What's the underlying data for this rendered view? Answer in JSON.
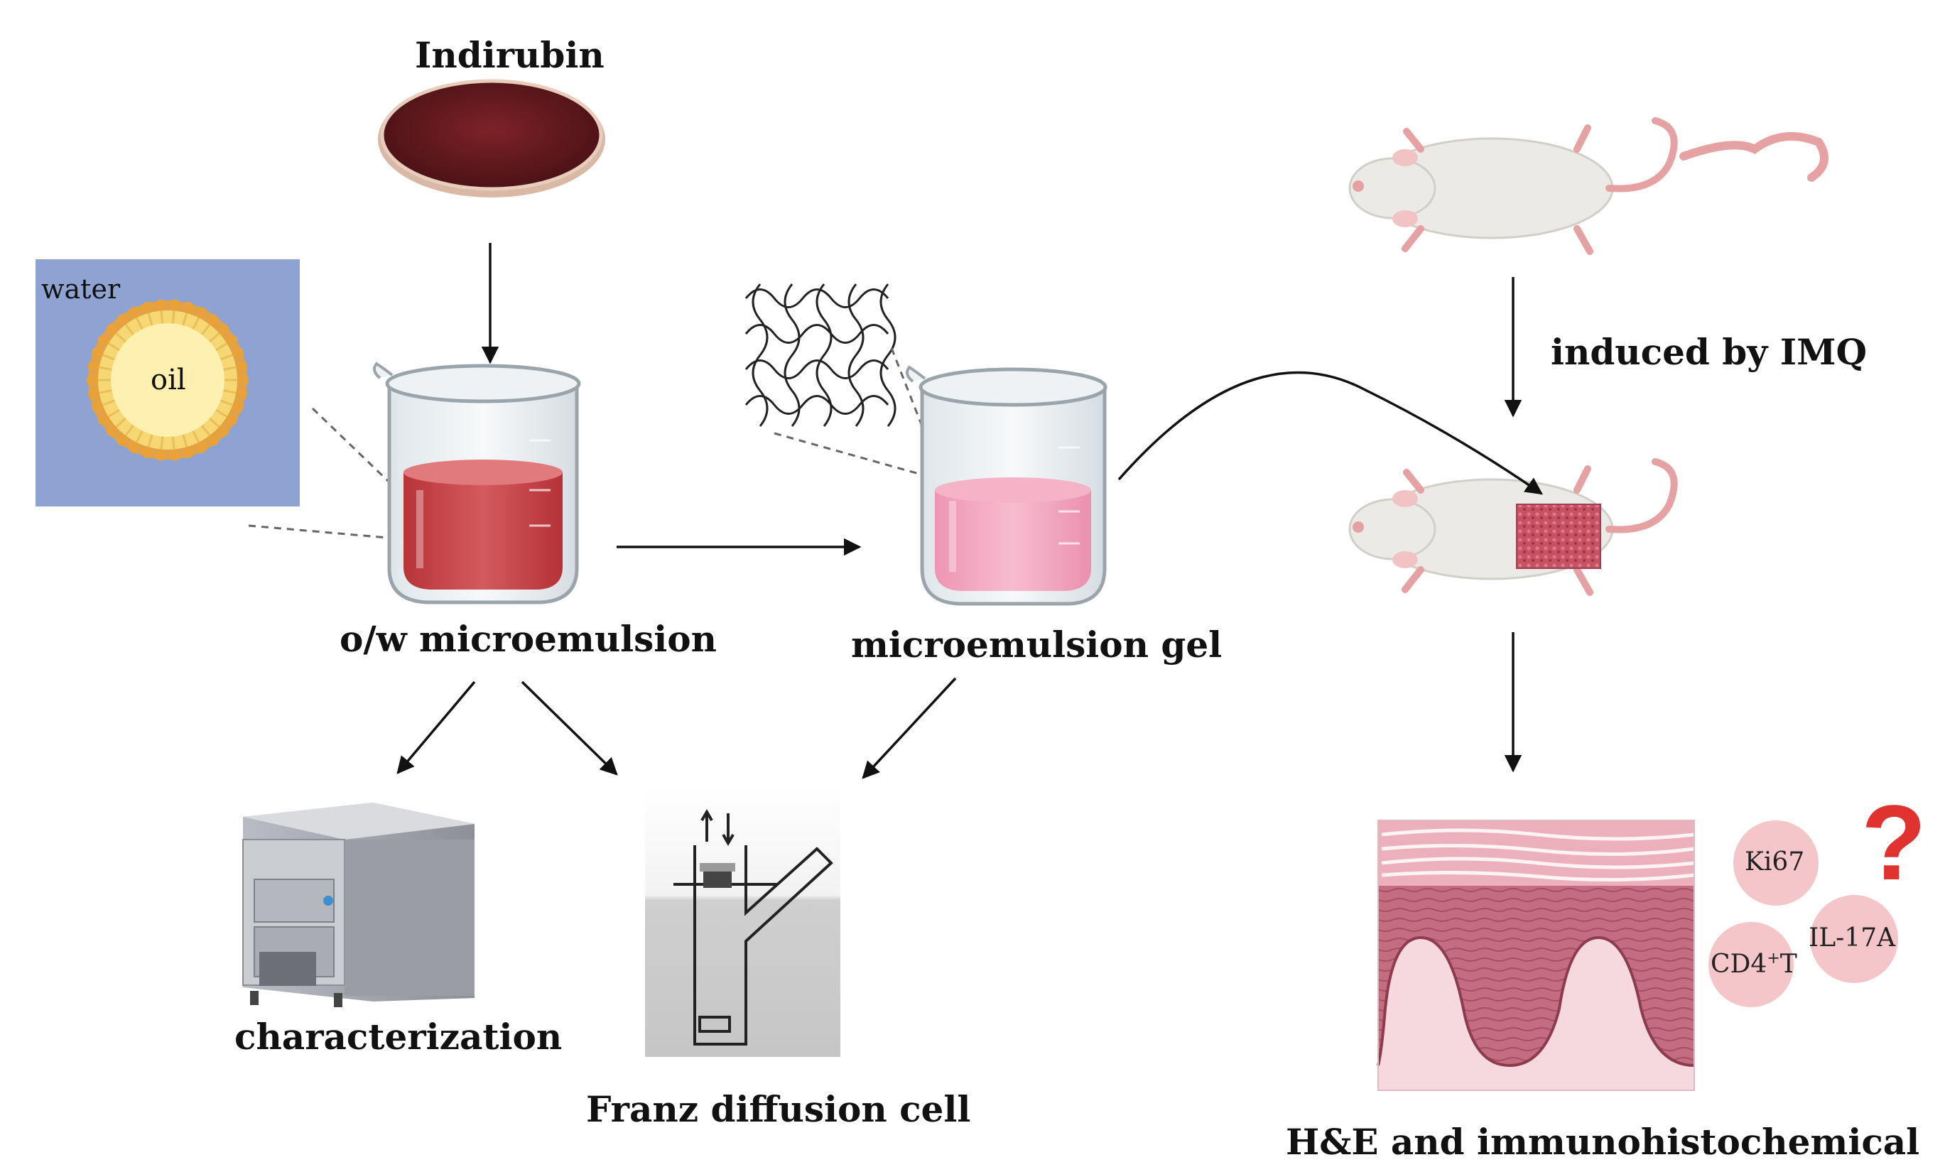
{
  "labels": {
    "indirubin": "Indirubin",
    "water": "water",
    "oil": "oil",
    "ow_microemulsion": "o/w microemulsion",
    "microemulsion_gel": "microemulsion gel",
    "induced_by_imq": "induced by IMQ",
    "characterization": "characterization",
    "franz_diffusion_cell": "Franz diffusion cell",
    "he_immuno": "H&E and immunohistochemical"
  },
  "markers": {
    "ki67": "Ki67",
    "il17a": "IL-17A",
    "cd4_base": "CD4",
    "cd4_sup": "+",
    "cd4_tail": "T",
    "question": "?"
  },
  "colors": {
    "water_box": "#8fa3d2",
    "oil_core": "#fdf0b0",
    "surfactant_head": "#e9a13a",
    "microemulsion_liquid": "#c9454b",
    "gel_liquid": "#f2a3c0",
    "petri_powder": "#6e1c22",
    "mouse_body": "#eceae6",
    "mouse_tail": "#e6a1a3",
    "skin_lesion": "#c65263",
    "tissue_pink": "#e9aab7",
    "marker_circle": "#f4c6c9",
    "question_red": "#e0322e"
  },
  "icons": [
    "petri-dish-icon",
    "beaker-icon",
    "polymer-network-icon",
    "mouse-icon",
    "analyzer-instrument-icon",
    "franz-cell-icon",
    "skin-tissue-icon"
  ]
}
